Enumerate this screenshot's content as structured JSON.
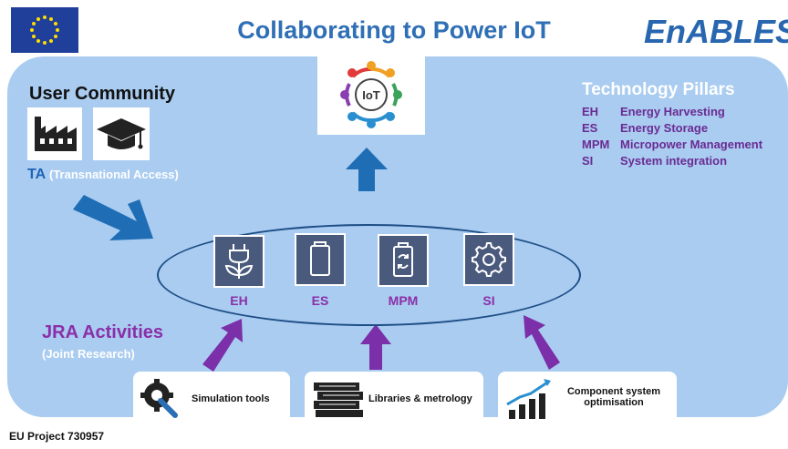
{
  "header": {
    "title": "Collaborating to Power IoT",
    "logo_text": "EnABLES"
  },
  "user_community": {
    "title": "User Community",
    "ta_label": "TA",
    "ta_detail": "(Transnational Access)"
  },
  "technology_pillars": {
    "title": "Technology Pillars",
    "items": [
      {
        "abbr": "EH",
        "name": "Energy Harvesting"
      },
      {
        "abbr": "ES",
        "name": "Energy Storage"
      },
      {
        "abbr": "MPM",
        "name": "Micropower Management"
      },
      {
        "abbr": "SI",
        "name": "System integration"
      }
    ]
  },
  "iot_icon_text": "IoT",
  "pillar_labels": [
    "EH",
    "ES",
    "MPM",
    "SI"
  ],
  "jra": {
    "title": "JRA Activities",
    "subtitle": "(Joint Research)"
  },
  "tools": [
    {
      "label": "Simulation tools"
    },
    {
      "label": "Libraries & metrology"
    },
    {
      "label_line1": "Component system",
      "label_line2": "optimisation"
    }
  ],
  "footer": "EU Project 730957",
  "colors": {
    "panel": "#a9ccf0",
    "blue_arrow": "#1f6db5",
    "purple": "#7b2fa8",
    "title_blue": "#2f6fb5",
    "icon_tile": "#4a5a7d"
  }
}
